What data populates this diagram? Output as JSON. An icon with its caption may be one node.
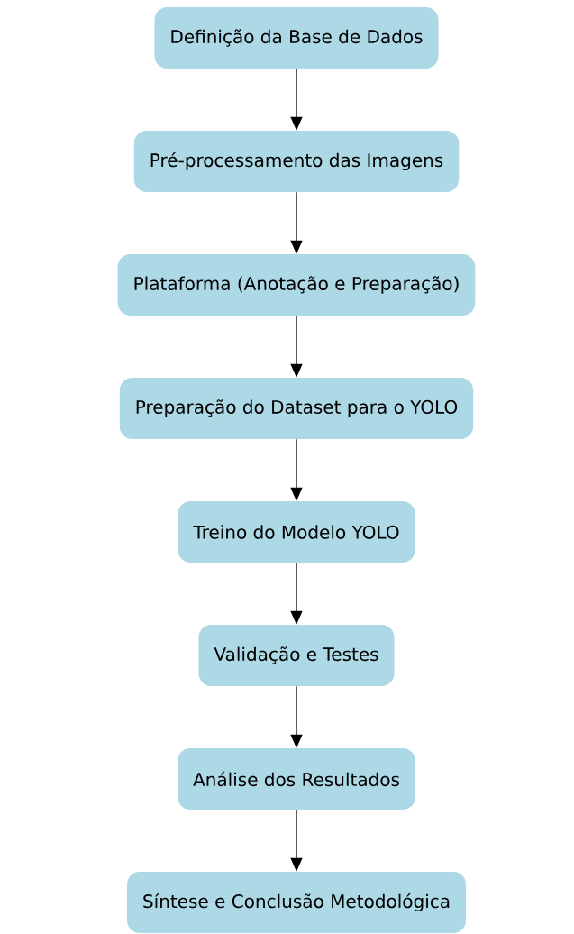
{
  "diagram": {
    "nodes": [
      {
        "text": [
          "Definição da Base de Dados"
        ]
      },
      {
        "text": [
          "Pré-processamento das Imagens"
        ]
      },
      {
        "text": [
          "Plataforma (Anotação e Preparação)"
        ]
      },
      {
        "text": [
          "Preparação do Dataset para o YOLO"
        ]
      },
      {
        "text": [
          "Treino do Modelo YOLO"
        ]
      },
      {
        "text": [
          "Validação e Testes"
        ]
      },
      {
        "text": [
          "Análise dos Resultados"
        ]
      },
      {
        "text": [
          "Síntese e Conclusão Metodológica"
        ]
      }
    ],
    "edges": [
      {
        "from": 0,
        "to": 1,
        "arrow": "to"
      },
      {
        "from": 1,
        "to": 2,
        "arrow": "to"
      },
      {
        "from": 2,
        "to": 3,
        "arrow": "to"
      },
      {
        "from": 3,
        "to": 4,
        "arrow": "to"
      },
      {
        "from": 4,
        "to": 5,
        "arrow": "to"
      },
      {
        "from": 5,
        "to": 6,
        "arrow": "to"
      },
      {
        "from": 6,
        "to": 7,
        "arrow": "to"
      }
    ]
  }
}
